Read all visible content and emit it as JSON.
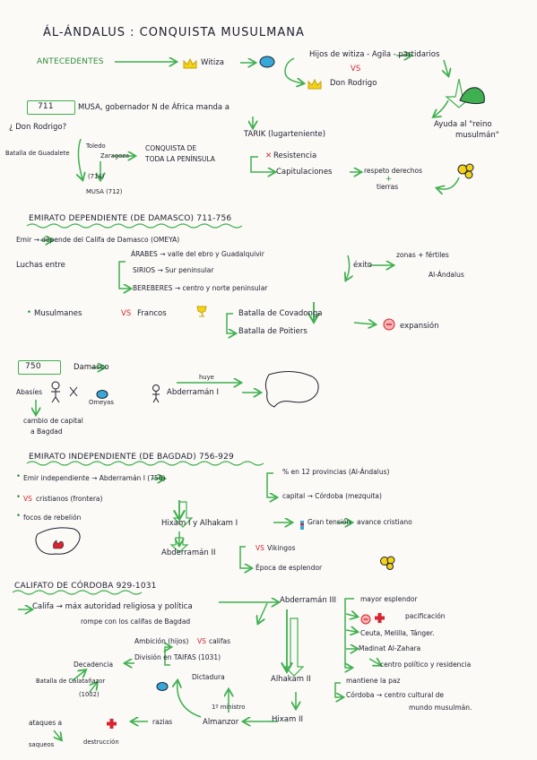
{
  "title": "ÁL-ÁNDALUS : CONQUISTA MUSULMANA",
  "s1": {
    "antecedentes": "ANTECEDENTES",
    "witiza": "Witiza",
    "hijos": "Hijos de witiza - Agila - partidarios",
    "vs": "VS",
    "don_rodrigo": "Don Rodrigo",
    "ayuda": "Ayuda al \"reino",
    "ayuda2": "musulmán\"",
    "year": "711",
    "musa": "MUSA, gobernador N de África manda a",
    "don_rodrigo_q": "¿ Don Rodrigo?",
    "tarik": "TARIK (lugarteniente)",
    "batalla_guadalete": "Batalla de Guadalete",
    "batalla_covadonga_lbl": "Batalla de",
    "toledo": "Toledo",
    "zaragoza": "Zaragoza",
    "year714": "(714)",
    "musa712": "MUSA (712)",
    "conquista": "CONQUISTA DE",
    "conquista2": "TODA LA PENÍNSULA",
    "resistencia": "Resistencia",
    "capitulaciones": "Capitulaciones",
    "respeto": "respeto derechos",
    "tierras": "tierras"
  },
  "s2": {
    "head": "EMIRATO DEPENDIENTE (DE DAMASCO) 711-756",
    "emir": "Emir → depende del Califa de Damasco (OMEYA)",
    "luchas": "Luchas entre",
    "arabes": "ÁRABES → valle del ebro y Guadalquivir",
    "sirios": "SIRIOS → Sur peninsular",
    "bereberes": "BEREBERES → centro y norte peninsular",
    "exito": "éxito",
    "zonas": "zonas + fértiles",
    "al_andalus": "Al-Ándalus",
    "musulmanes": "Musulmanes",
    "vs": "VS",
    "francos": "Francos",
    "covadonga": "Batalla de Covadonga",
    "poitiers": "Batalla de Poitiers",
    "expansion": "expansión"
  },
  "s3": {
    "year": "750",
    "damasco": "Damasco",
    "abasies": "Abasíes",
    "omeyas": "Omeyas",
    "cambio": "cambio de capital",
    "bagdad": "a Bagdad",
    "huye": "huye",
    "abderraman": "Abderramán I"
  },
  "s4": {
    "head": "EMIRATO INDEPENDIENTE (DE BAGDAD) 756-929",
    "emir": "Emir independiente → Abderramán I (756)",
    "division": "% en 12 provincias (Al-Ándalus)",
    "capital": "capital → Córdoba (mezquita)",
    "vs": "VS",
    "cristianos": "cristianos (frontera)",
    "focos": "focos de rebelión",
    "hixam": "Hixam I y Alhakam I",
    "gran_tension": "Gran tensión",
    "avance": "avance cristiano",
    "abd2": "Abderramán II",
    "vs2": "VS",
    "vikingos": "Vikingos",
    "epoca": "Época de esplendor"
  },
  "s5": {
    "head": "CALIFATO DE CÓRDOBA 929-1031",
    "califa": "Califa → máx autoridad religiosa y política",
    "rompe": "rompe con los califas de Bagdad",
    "abd3": "Abderramán III",
    "esplendor": "mayor esplendor",
    "pacificacion": "pacificación",
    "ceuta": "Ceuta, Melilla, Tánger.",
    "madinat": "Madinat Al-Zahara",
    "centro": "centro político y residencia",
    "alhakam2": "Alhakam II",
    "mantiene": "mantiene la paz",
    "cordoba": "Córdoba → centro cultural de",
    "mundo": "mundo musulmán.",
    "hixam2": "Hixam II",
    "almanzor": "Almanzor",
    "dictadura": "Dictadura",
    "primer_ministro": "1º ministro",
    "ambicion": "Ambición (hijos)",
    "vs": "VS",
    "califas": "califas",
    "division": "División en TAIFAS (1031)",
    "decadencia": "Decadencia",
    "batalla_calatanazor": "Batalla de Calatañazor",
    "year1002": "(1002)",
    "ataques": "ataques a",
    "razias": "razias",
    "saqueos": "saqueos",
    "destruccion": "destrucción"
  },
  "colors": {
    "ink": "#1d1f2e",
    "green": "#3fb04f",
    "red": "#d9242f",
    "yellow": "#f2d21b",
    "blue": "#38a7d8",
    "paper": "#fbfaf7"
  }
}
